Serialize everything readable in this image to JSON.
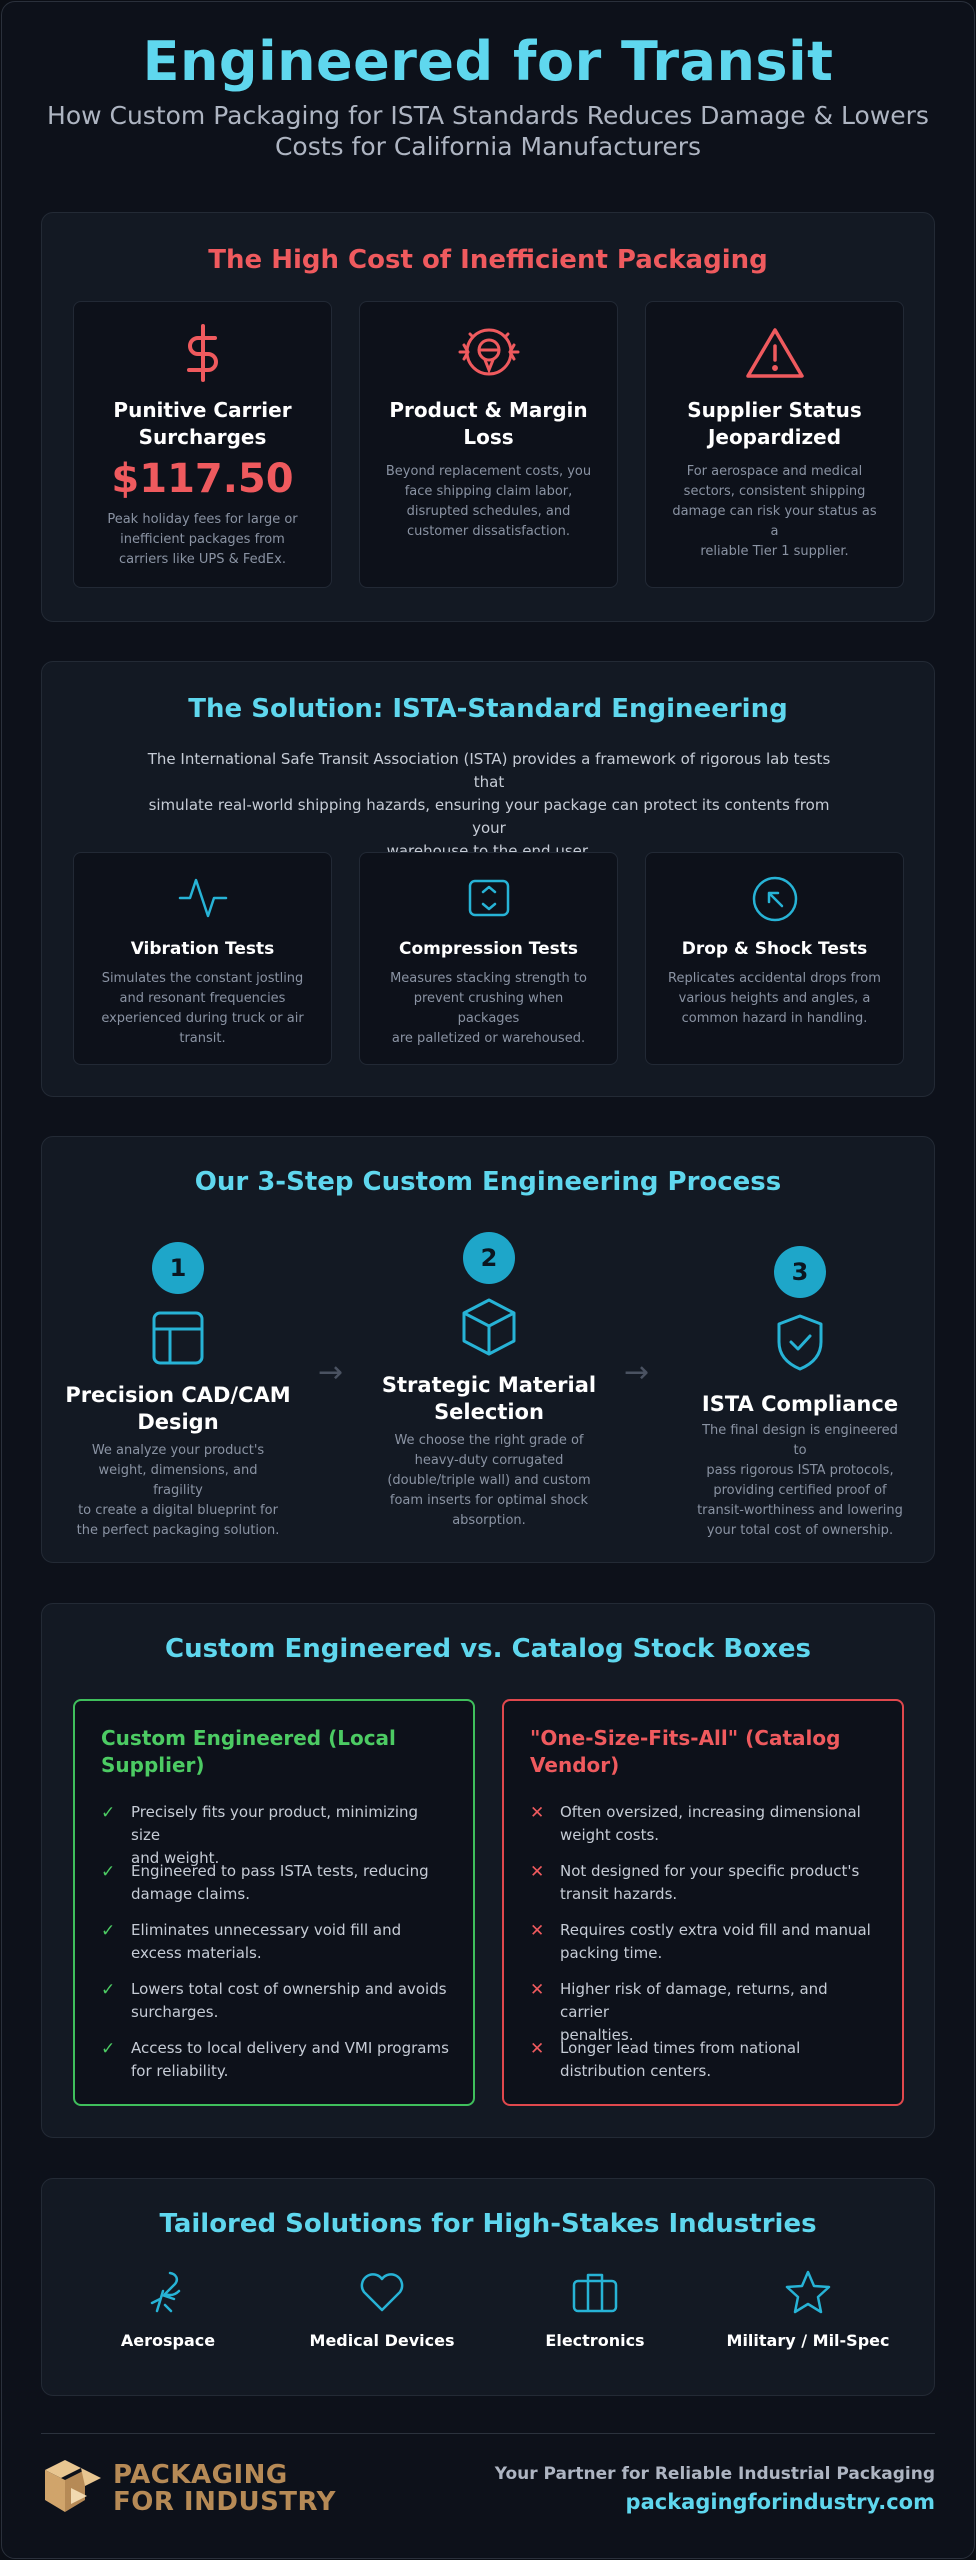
{
  "hero": {
    "title": "Engineered for Transit",
    "subtitle_line1": "How Custom Packaging for ISTA Standards Reduces Damage & Lowers",
    "subtitle_line2": "Costs for California Manufacturers"
  },
  "problems": {
    "title": "The High Cost of Inefficient Packaging",
    "cards": [
      {
        "icon": "dollar-icon",
        "title_line1": "Punitive Carrier",
        "title_line2": "Surcharges",
        "value": "$117.50",
        "text": [
          "Peak holiday fees for large or",
          "inefficient packages from",
          "carriers like UPS & FedEx."
        ]
      },
      {
        "icon": "product-loss-icon",
        "title_line1": "Product & Margin",
        "title_line2": "Loss",
        "text": [
          "Beyond replacement costs, you",
          "face shipping claim labor,",
          "disrupted schedules, and",
          "customer dissatisfaction."
        ]
      },
      {
        "icon": "warning-icon",
        "title_line1": "Supplier Status",
        "title_line2": "Jeopardized",
        "text": [
          "For aerospace and medical",
          "sectors, consistent shipping",
          "damage can risk your status as a",
          "reliable Tier 1 supplier."
        ]
      }
    ],
    "accent": "#ef5a5e"
  },
  "solution": {
    "title": "The Solution: ISTA-Standard Engineering",
    "intro": [
      "The International Safe Transit Association (ISTA) provides a framework of rigorous lab tests that",
      "simulate real-world shipping hazards, ensuring your package can protect its contents from your",
      "warehouse to the end user."
    ],
    "tests": [
      {
        "icon": "activity-icon",
        "title": "Vibration Tests",
        "text": [
          "Simulates the constant jostling",
          "and resonant frequencies",
          "experienced during truck or air",
          "transit."
        ]
      },
      {
        "icon": "compress-icon",
        "title": "Compression Tests",
        "text": [
          "Measures stacking strength to",
          "prevent crushing when packages",
          "are palletized or warehoused."
        ]
      },
      {
        "icon": "drop-icon",
        "title": "Drop & Shock Tests",
        "text": [
          "Replicates accidental drops from",
          "various heights and angles, a",
          "common hazard in handling."
        ]
      }
    ],
    "accent": "#5fd7ee"
  },
  "process": {
    "title": "Our 3-Step Custom Engineering Process",
    "arrow": "→",
    "steps": [
      {
        "number": "1",
        "icon": "layout-icon",
        "title_line1": "Precision CAD/CAM",
        "title_line2": "Design",
        "text": [
          "We analyze your product's",
          "weight, dimensions, and fragility",
          "to create a digital blueprint for",
          "the perfect packaging solution."
        ]
      },
      {
        "number": "2",
        "icon": "cube-icon",
        "title_line1": "Strategic Material",
        "title_line2": "Selection",
        "text": [
          "We choose the right grade of",
          "heavy-duty corrugated",
          "(double/triple wall) and custom",
          "foam inserts for optimal shock",
          "absorption."
        ]
      },
      {
        "number": "3",
        "icon": "shield-check-icon",
        "title_line1": "ISTA Compliance",
        "title_line2": "",
        "text": [
          "The final design is engineered to",
          "pass rigorous ISTA protocols,",
          "providing certified proof of",
          "transit-worthiness and lowering",
          "your total cost of ownership."
        ]
      }
    ]
  },
  "comparison": {
    "title": "Custom Engineered vs. Catalog Stock Boxes",
    "custom": {
      "title_line1": "Custom Engineered (Local",
      "title_line2": "Supplier)",
      "mark": "✓",
      "items": [
        [
          "Precisely fits your product, minimizing size",
          "and weight."
        ],
        [
          "Engineered to pass ISTA tests, reducing",
          "damage claims."
        ],
        [
          "Eliminates unnecessary void fill and",
          "excess materials."
        ],
        [
          "Lowers total cost of ownership and avoids",
          "surcharges."
        ],
        [
          "Access to local delivery and VMI programs",
          "for reliability."
        ]
      ],
      "color": "#4ccb63"
    },
    "catalog": {
      "title_line1": "\"One-Size-Fits-All\" (Catalog",
      "title_line2": "Vendor)",
      "mark": "✕",
      "items": [
        [
          "Often oversized, increasing dimensional",
          "weight costs."
        ],
        [
          "Not designed for your specific product's",
          "transit hazards."
        ],
        [
          "Requires costly extra void fill and manual",
          "packing time."
        ],
        [
          "Higher risk of damage, returns, and carrier",
          "penalties."
        ],
        [
          "Longer lead times from national",
          "distribution centers."
        ]
      ],
      "color": "#ef5a5e"
    }
  },
  "industries": {
    "title": "Tailored Solutions for High-Stakes Industries",
    "items": [
      {
        "icon": "aerospace-icon",
        "label": "Aerospace"
      },
      {
        "icon": "heart-icon",
        "label": "Medical Devices"
      },
      {
        "icon": "briefcase-icon",
        "label": "Electronics"
      },
      {
        "icon": "star-icon",
        "label": "Military / Mil-Spec"
      }
    ]
  },
  "footer": {
    "logo_line1": "PACKAGING",
    "logo_line2": "FOR INDUSTRY",
    "tagline": "Your Partner for Reliable Industrial Packaging",
    "website": "packagingforindustry.com",
    "brand_color": "#b68a56"
  }
}
